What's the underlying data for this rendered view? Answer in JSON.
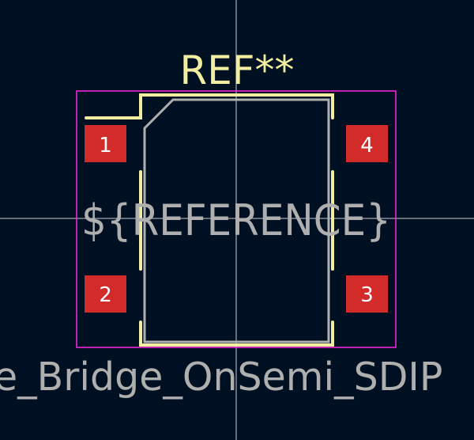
{
  "footprint": {
    "reference_label": "REF**",
    "value_field_text": "${REFERENCE}",
    "footprint_name_visible": "e_Bridge_OnSemi_SDIP",
    "pads": [
      {
        "number": "1"
      },
      {
        "number": "4"
      },
      {
        "number": "2"
      },
      {
        "number": "3"
      }
    ]
  },
  "colors": {
    "background": "#001023",
    "silkscreen": "#f2eda1",
    "courtyard": "#ff26e2",
    "fabrication": "#afafaf",
    "pad_fill": "#d32a2a",
    "pad_text": "#ffffff",
    "crosshair": "#c9cbd0"
  }
}
